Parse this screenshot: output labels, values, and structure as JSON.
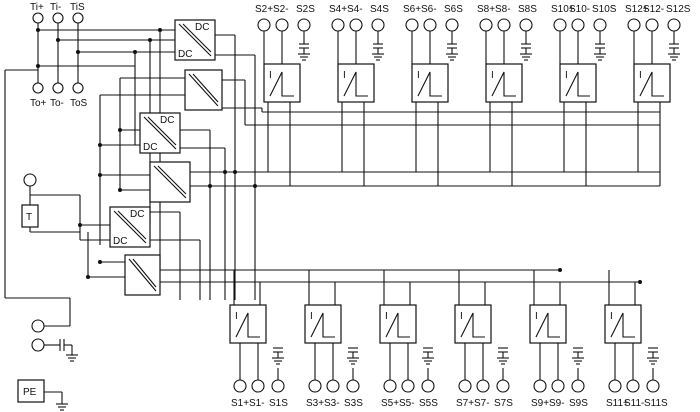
{
  "input_terminals": {
    "top": [
      "Ti+",
      "Ti-",
      "TiS"
    ],
    "bottom": [
      "To+",
      "To-",
      "ToS"
    ]
  },
  "converter_label": "DC",
  "channel_symbol": "I",
  "temp_block_label": "T",
  "pe_label": "PE",
  "top_channels": [
    {
      "id": "ch2",
      "labels": [
        "S2+",
        "S2-",
        "S2S"
      ]
    },
    {
      "id": "ch4",
      "labels": [
        "S4+",
        "S4-",
        "S4S"
      ]
    },
    {
      "id": "ch6",
      "labels": [
        "S6+",
        "S6-",
        "S6S"
      ]
    },
    {
      "id": "ch8",
      "labels": [
        "S8+",
        "S8-",
        "S8S"
      ]
    },
    {
      "id": "ch10",
      "labels": [
        "S10+",
        "S10-",
        "S10S"
      ]
    },
    {
      "id": "ch12",
      "labels": [
        "S12+",
        "S12-",
        "S12S"
      ]
    }
  ],
  "bottom_channels": [
    {
      "id": "ch1",
      "labels": [
        "S1+",
        "S1-",
        "S1S"
      ]
    },
    {
      "id": "ch3",
      "labels": [
        "S3+",
        "S3-",
        "S3S"
      ]
    },
    {
      "id": "ch5",
      "labels": [
        "S5+",
        "S5-",
        "S5S"
      ]
    },
    {
      "id": "ch7",
      "labels": [
        "S7+",
        "S7-",
        "S7S"
      ]
    },
    {
      "id": "ch9",
      "labels": [
        "S9+",
        "S9-",
        "S9S"
      ]
    },
    {
      "id": "ch11",
      "labels": [
        "S11+",
        "S11-",
        "S11S"
      ]
    }
  ]
}
